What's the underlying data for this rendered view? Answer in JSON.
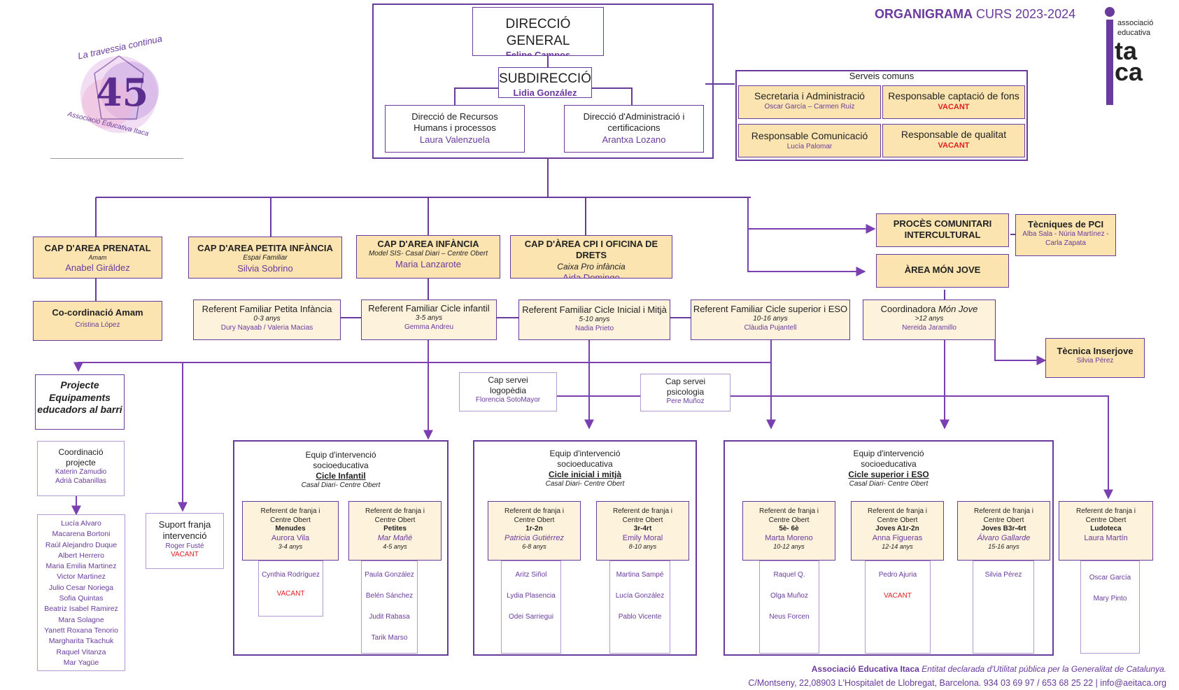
{
  "header": {
    "title_bold": "ORGANIGRAMA",
    "title_rest": "CURS 2023-2024",
    "logo_itaca": {
      "line1": "associació",
      "line2": "educativa",
      "big1": "ta",
      "big2": "ca"
    },
    "logo_45": {
      "number": "45",
      "arc_text": "La travessia continua",
      "bottom_text": "Associació Educativa Itaca"
    }
  },
  "top": {
    "direccio": {
      "title": "DIRECCIÓ GENERAL",
      "name": "Felipe Campos"
    },
    "subdireccio": {
      "title": "SUBDIRECCIÓ",
      "name": "Lidia González"
    },
    "rrhh": {
      "line1": "Direcció de Recursos",
      "line2": "Humans i processos",
      "name": "Laura Valenzuela"
    },
    "admin": {
      "line1": "Direcció d'Administració i",
      "line2": "certificacions",
      "name": "Arantxa Lozano"
    }
  },
  "serveis": {
    "title": "Serveis comuns",
    "items": [
      {
        "title": "Secretaria i Administració",
        "name": "Oscar García – Carmen Ruiz",
        "status": ""
      },
      {
        "title": "Responsable captació de fons",
        "name": "",
        "status": "VACANT"
      },
      {
        "title": "Responsable Comunicació",
        "name": "Lucía Palomar",
        "status": ""
      },
      {
        "title": "Responsable de qualitat",
        "name": "",
        "status": "VACANT"
      }
    ]
  },
  "areas": {
    "prenatal": {
      "title": "CAP D'AREA PRENATAL",
      "sub": "Amam",
      "name": "Anabel Giráldez"
    },
    "coord_amam": {
      "title": "Co-cordinació Amam",
      "name": "Cristina López"
    },
    "petita": {
      "title": "CAP D'AREA PETITA INFÀNCIA",
      "sub": "Espai Familiar",
      "name": "Silvia Sobrino"
    },
    "infancia": {
      "title": "CAP D'AREA INFÀNCIA",
      "sub": "Model SIS- Casal Diari – Centre Obert",
      "name": "Maria Lanzarote"
    },
    "cpi": {
      "title": "CAP D'ÀREA CPI I OFICINA DE DRETS",
      "sub": "Caixa Pro infància",
      "name": "Aida Domingo"
    },
    "proces": {
      "line1": "PROCÈS COMUNITARI",
      "line2": "INTERCULTURAL"
    },
    "tecniques_pci": {
      "title": "Tècniques de PCI",
      "names": "Alba Sala - Núria Martínez -",
      "names2": "Carla Zapata"
    },
    "mon_jove": {
      "title": "ÀREA MÓN JOVE"
    }
  },
  "referents": {
    "petita": {
      "title": "Referent Familiar Petita Infància",
      "age": "0-3 anys",
      "names": "Dury Nayaab / Valeria Macias"
    },
    "infantil": {
      "title": "Referent Familiar Cicle infantil",
      "age": "3-5 anys",
      "names": "Gemma Andreu"
    },
    "inicial": {
      "title": "Referent Familiar  Cicle Inicial i Mitjà",
      "age": "5-10 anys",
      "names": "Nadia Prieto"
    },
    "superior": {
      "title": "Referent Familiar  Cicle superior i ESO",
      "age": "10-16 anys",
      "names": "Clàudia Pujantell"
    },
    "monjove": {
      "title_a": "Coordinadora",
      "title_b": "Món Jove",
      "age": ">12 anys",
      "names": "Nereida Jaramillo"
    },
    "inserjove": {
      "title": "Tècnica Inserjove",
      "name": "Silvia Pérez"
    }
  },
  "serveis_cap": {
    "logopedia": {
      "line1": "Cap servei",
      "line2": "logopèdia",
      "name": "Florencia SotoMayor"
    },
    "psicologia": {
      "line1": "Cap servei",
      "line2": "psicologia",
      "name": "Pere Muñoz"
    }
  },
  "projecte": {
    "title_lines": [
      "Projecte",
      "Equipaments",
      "educadors al barri"
    ],
    "coord": {
      "line1": "Coordinació",
      "line2": "projecte",
      "names": [
        "Katerin Zamudio",
        "Adrià Cabanillas"
      ]
    },
    "educadors": [
      "Lucía Alvaro",
      "Macarena  Bortoni",
      "Raúl Alejandro  Duque",
      "Albert Herrero",
      "Maria Emilia Martinez",
      "Victor Martinez",
      "Julio Cesar  Noriega",
      "Sofia Quintas",
      "Beatriz  Isabel  Ramirez",
      "Mara Solagne",
      "Yanett Roxana Tenorio",
      "Margharita Tkachuk",
      "Raquel Vitanza",
      "Mar Yagüe"
    ]
  },
  "suport": {
    "line1": "Suport franja",
    "line2": "intervenció",
    "name": "Roger Fusté",
    "status": "VACANT"
  },
  "equips": [
    {
      "line1": "Equip d'intervenció",
      "line2": "socioeducativa",
      "cicle": "Cicle Infantil",
      "casal": "Casal Diari- Centre Obert",
      "franges": [
        {
          "l1": "Referent  de franja i",
          "l2": "Centre Obert",
          "group": "Menudes",
          "ref": "Aurora Vila",
          "ref_italic": false,
          "age": "3-4 anys",
          "members": [
            "Cynthia Rodríguez"
          ],
          "vacant": "VACANT"
        },
        {
          "l1": "Referent  de franja i",
          "l2": "Centre Obert",
          "group": "Petites",
          "ref": "Mar Mañé",
          "ref_italic": true,
          "age": "4-5 anys",
          "members": [
            "Paula González",
            "Belén  Sánchez",
            "Judit Rabasa",
            "Tarik Marso"
          ],
          "vacant": ""
        }
      ]
    },
    {
      "line1": "Equip d'intervenció",
      "line2": "socioeducativa",
      "cicle": "Cicle inicial i mitjà",
      "casal": "Casal Diari- Centre Obert",
      "franges": [
        {
          "l1": "Referent  de franja i",
          "l2": "Centre Obert",
          "group": "1r-2n",
          "ref": "Patricia Gutiérrez",
          "ref_italic": true,
          "age": "6-8 anys",
          "members": [
            "Aritz Siñol",
            "Lydia Plasencia",
            "Odei Sarriegui"
          ],
          "vacant": ""
        },
        {
          "l1": "Referent  de franja i",
          "l2": "Centre Obert",
          "group": "3r-4rt",
          "ref": "Emily Moral",
          "ref_italic": false,
          "age": "8-10 anys",
          "members": [
            "Martina Sampé",
            "Lucía González",
            "Pablo Vicente"
          ],
          "vacant": ""
        }
      ]
    },
    {
      "line1": "Equip d'intervenció",
      "line2": "socioeducativa",
      "cicle": "Cicle superior i ESO",
      "casal": "Casal Diari- Centre Obert",
      "franges": [
        {
          "l1": "Referent  de franja i",
          "l2": "Centre Obert",
          "group": "5è- 6è",
          "ref": "Marta Moreno",
          "ref_italic": false,
          "age": "10-12 anys",
          "members": [
            "Raquel Q.",
            "Olga Muñoz",
            "Neus Forcen"
          ],
          "vacant": ""
        },
        {
          "l1": "Referent  de franja i",
          "l2": "Centre Obert",
          "group": "Joves A1r-2n",
          "ref": "Anna Figueras",
          "ref_italic": false,
          "age": "12-14 anys",
          "members": [
            "Pedro Ajuria"
          ],
          "vacant": "VACANT"
        },
        {
          "l1": "Referent  de franja i",
          "l2": "Centre Obert",
          "group": "Joves B3r-4rt",
          "ref": "Álvaro Gallarde",
          "ref_italic": true,
          "age": "15-16 anys",
          "members": [
            "Silvia Pérez"
          ],
          "vacant": ""
        }
      ]
    }
  ],
  "ludoteca": {
    "l1": "Referent  de franja i",
    "l2": "Centre Obert",
    "group": "Ludoteca",
    "ref": "Laura Martín",
    "members": [
      "Oscar García",
      "Mary Pinto"
    ]
  },
  "footer": {
    "org": "Associació Educativa Itaca",
    "decl": "Entitat declarada d'Utilitat pública per la Generalitat de Catalunya.",
    "address": "C/Montseny, 22,08903 L'Hospitalet de Llobregat, Barcelona. 934 03 69 97 / 653 68 25 22  |  info@aeitaca.org"
  },
  "colors": {
    "accent": "#6a3a9c",
    "arrow": "#7a3fb0",
    "box_fill": "#fce4b0",
    "light_fill": "#fdf2dc",
    "vacant": "#e02020"
  }
}
